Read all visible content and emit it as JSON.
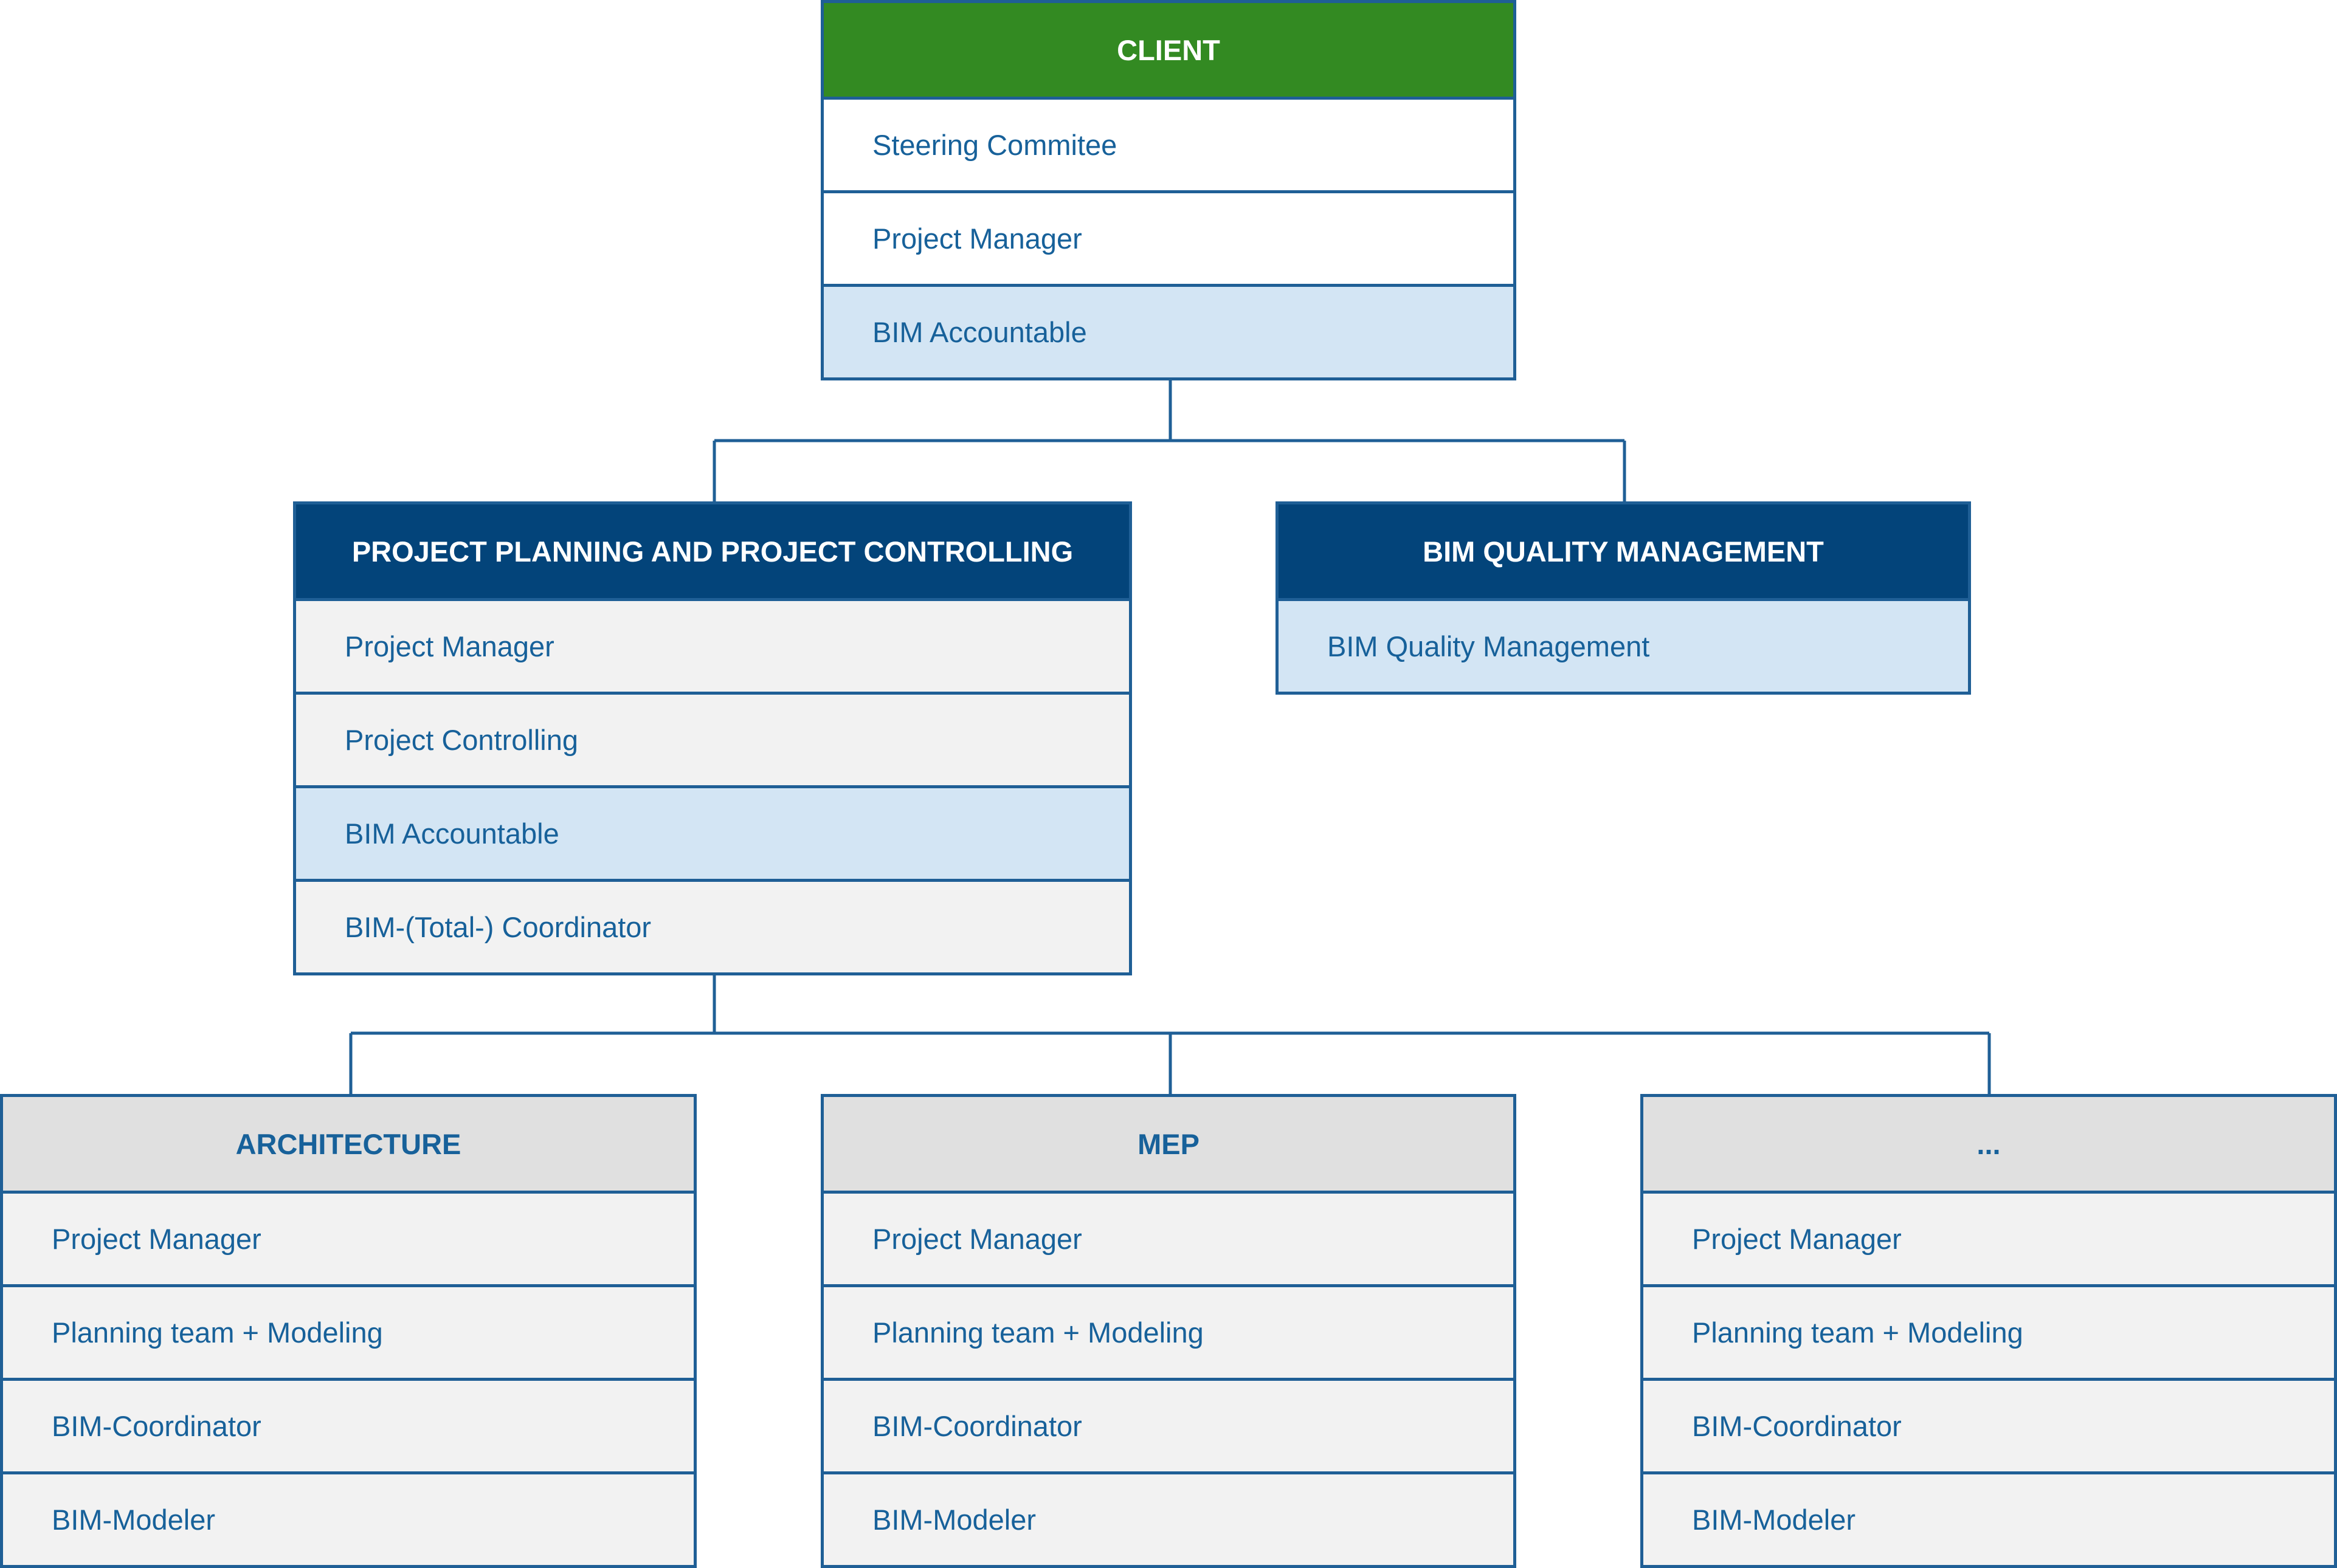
{
  "colors": {
    "border": "#1f5f96",
    "text": "#17619a",
    "client_header": "#338a22",
    "section_header": "#03447a",
    "discipline_header": "#e0e0e0",
    "highlight_row": "#d3e5f4",
    "neutral_row": "#f2f2f2"
  },
  "client": {
    "title": "CLIENT",
    "rows": [
      "Steering Commitee",
      "Project Manager",
      "BIM Accountable"
    ]
  },
  "planning": {
    "title": "PROJECT PLANNING AND PROJECT CONTROLLING",
    "rows": [
      "Project Manager",
      "Project Controlling",
      "BIM Accountable",
      "BIM-(Total-) Coordinator"
    ]
  },
  "quality": {
    "title": "BIM QUALITY MANAGEMENT",
    "rows": [
      "BIM Quality Management"
    ]
  },
  "architecture": {
    "title": "ARCHITECTURE",
    "rows": [
      "Project Manager",
      "Planning team + Modeling",
      "BIM-Coordinator",
      "BIM-Modeler"
    ]
  },
  "mep": {
    "title": "MEP",
    "rows": [
      "Project Manager",
      "Planning team + Modeling",
      "BIM-Coordinator",
      "BIM-Modeler"
    ]
  },
  "other": {
    "title": "...",
    "rows": [
      "Project Manager",
      "Planning team + Modeling",
      "BIM-Coordinator",
      "BIM-Modeler"
    ]
  }
}
